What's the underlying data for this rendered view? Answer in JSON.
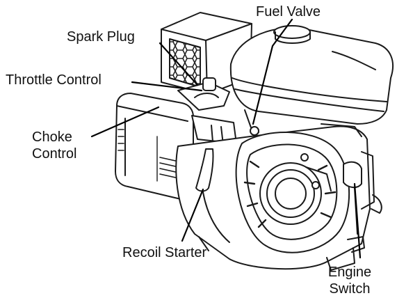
{
  "labels": {
    "fuel_valve": "Fuel Valve",
    "spark_plug": "Spark Plug",
    "throttle_control": "Throttle Control",
    "choke_line1": "Choke",
    "choke_line2": "Control",
    "recoil_starter": "Recoil Starter",
    "engine_line1": "Engine",
    "engine_line2": "Switch"
  }
}
